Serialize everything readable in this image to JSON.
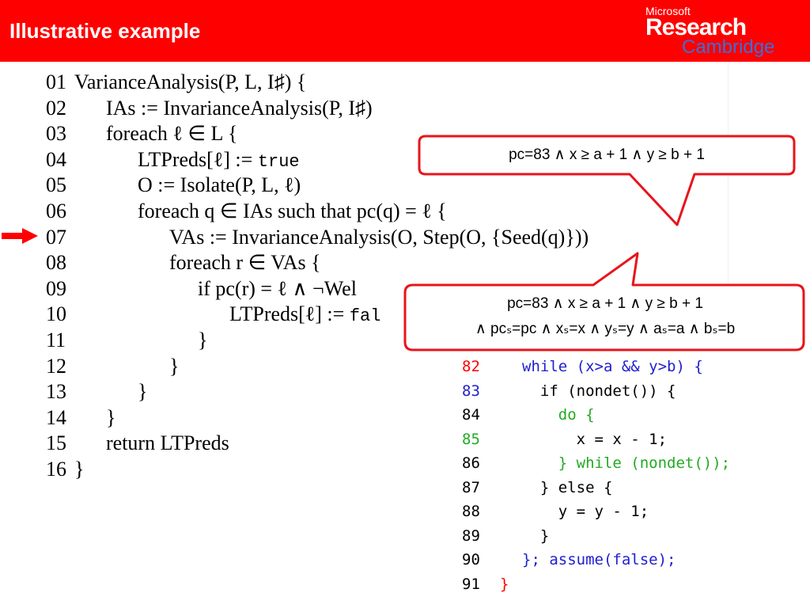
{
  "header": {
    "title": "Illustrative example",
    "logo": {
      "line1": "Microsoft",
      "line2": "Research",
      "line3": "Cambridge",
      "bg_color": "#ff0000"
    }
  },
  "algorithm": {
    "lines": [
      {
        "num": "01",
        "text": "VarianceAnalysis(P, L, I♯) {"
      },
      {
        "num": "02",
        "text": "IAs := InvarianceAnalysis(P, I♯)"
      },
      {
        "num": "03",
        "text": "foreach ℓ ∈ L {"
      },
      {
        "num": "04",
        "text": "LTPreds[ℓ] := true"
      },
      {
        "num": "05",
        "text": "O := Isolate(P, L, ℓ)"
      },
      {
        "num": "06",
        "text": "foreach q ∈ IAs such that pc(q) = ℓ {"
      },
      {
        "num": "07",
        "text": "VAs := InvarianceAnalysis(O, Step(O, {Seed(q)}))"
      },
      {
        "num": "08",
        "text": "foreach r ∈ VAs {"
      },
      {
        "num": "09",
        "text": "if pc(r) = ℓ ∧ ¬Wel"
      },
      {
        "num": "10",
        "text": "LTPreds[ℓ] := fal"
      },
      {
        "num": "11",
        "text": "}"
      },
      {
        "num": "12",
        "text": "}"
      },
      {
        "num": "13",
        "text": "}"
      },
      {
        "num": "14",
        "text": "}"
      },
      {
        "num": "15",
        "text": "return LTPreds"
      },
      {
        "num": "16",
        "text": "}"
      }
    ],
    "current_line_arrow_color": "#ff0000"
  },
  "code": {
    "lines": [
      {
        "num": "82",
        "text": "while (x>a && y>b) {",
        "num_color": "#ff0000",
        "text_color": "#1f1fcf"
      },
      {
        "num": "83",
        "text": "  if (nondet()) {",
        "num_color": "#1f1fcf",
        "text_color": "#000000"
      },
      {
        "num": "84",
        "text": "    do {",
        "num_color": "#000000",
        "text_color": "#22aa22"
      },
      {
        "num": "85",
        "text": "      x = x - 1;",
        "num_color": "#22aa22",
        "text_color": "#000000"
      },
      {
        "num": "86",
        "text": "    } while (nondet());",
        "num_color": "#000000",
        "text_color": "#22aa22"
      },
      {
        "num": "87",
        "text": "  } else {",
        "num_color": "#000000",
        "text_color": "#000000"
      },
      {
        "num": "88",
        "text": "    y = y - 1;",
        "num_color": "#000000",
        "text_color": "#000000"
      },
      {
        "num": "89",
        "text": "  }",
        "num_color": "#000000",
        "text_color": "#000000"
      },
      {
        "num": "90",
        "text": "}; assume(false);",
        "num_color": "#000000",
        "text_color": "#1f1fcf"
      },
      {
        "num": "91",
        "text": "}",
        "num_color": "#000000",
        "text_color": "#ff0000"
      }
    ]
  },
  "callouts": {
    "top": {
      "text": "pc=83 ∧ x ≥ a + 1 ∧ y ≥ b + 1",
      "border_color": "#e8141b"
    },
    "bottom": {
      "line1": "pc=83 ∧ x ≥ a + 1 ∧ y ≥ b + 1",
      "line2": "∧ pcₛ=pc ∧ xₛ=x ∧ yₛ=y ∧ aₛ=a ∧ bₛ=b",
      "border_color": "#e8141b"
    }
  }
}
